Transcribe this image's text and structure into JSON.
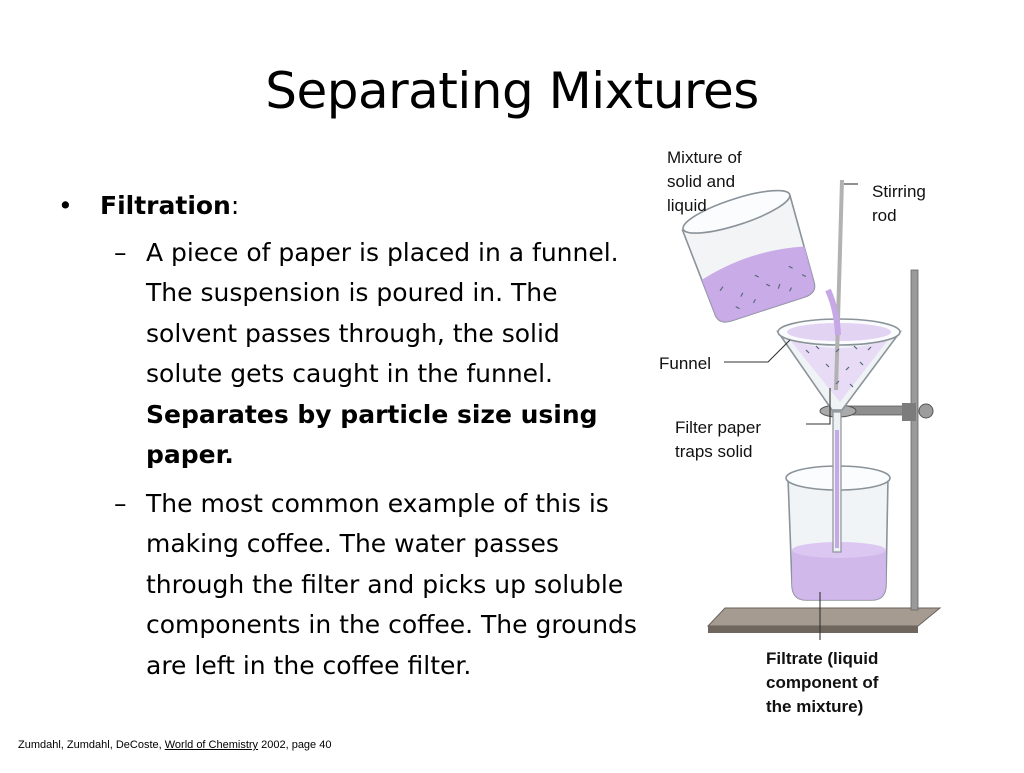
{
  "slide": {
    "title": "Separating Mixtures",
    "bullet": {
      "marker": "•",
      "term": "Filtration",
      "colon": ":",
      "subs": [
        {
          "dash": "–",
          "text": "A piece of paper is placed in a funnel.  The suspension is poured in.  The solvent passes through, the solid solute gets caught in the funnel.",
          "bold": "Separates by particle size using paper."
        },
        {
          "dash": "–",
          "text": "The most common example of this is making coffee.  The water passes through the filter and picks up soluble components in the coffee.  The grounds are left in the coffee filter."
        }
      ]
    },
    "diagram": {
      "labels": {
        "mixture": "Mixture of solid and liquid",
        "stirring_rod": "Stirring rod",
        "funnel": "Funnel",
        "filter_paper": "Filter paper traps solid",
        "filtrate": "Filtrate (liquid component of the mixture)"
      },
      "colors": {
        "liquid": "#c9aee6",
        "glass": "#f3f5f7",
        "stand": "#8a8a8a",
        "base": "#9a9086"
      }
    },
    "citation": {
      "authors": "Zumdahl, Zumdahl, DeCoste, ",
      "book": "World of Chemistry",
      "details": "  2002, page 40"
    }
  }
}
